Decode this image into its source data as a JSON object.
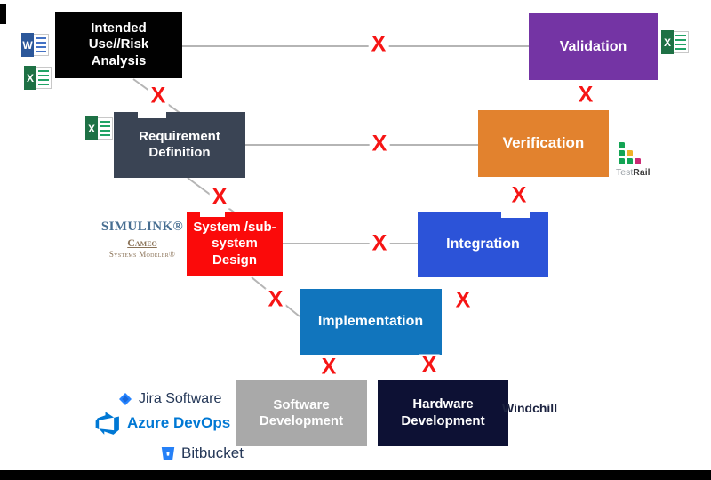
{
  "diagram": {
    "boxes": [
      {
        "id": "intended-use-risk-analysis",
        "label": "Intended Use//Risk Analysis",
        "color": "#010101"
      },
      {
        "id": "requirement-definition",
        "label": "Requirement Definition",
        "color": "#3a4454"
      },
      {
        "id": "system-subsystem-design",
        "label": "System /sub-system Design",
        "color": "#fb0a0a"
      },
      {
        "id": "implementation",
        "label": "Implementation",
        "color": "#1175bd"
      },
      {
        "id": "integration",
        "label": "Integration",
        "color": "#2c53d8"
      },
      {
        "id": "verification",
        "label": "Verification",
        "color": "#e2822e"
      },
      {
        "id": "validation",
        "label": "Validation",
        "color": "#7434a4"
      },
      {
        "id": "software-development",
        "label": "Software Development",
        "color": "#a9a9a9"
      },
      {
        "id": "hardware-development",
        "label": "Hardware Development",
        "color": "#0d1134"
      }
    ],
    "x_mark_glyph": "X",
    "x_mark_color": "#f61414",
    "connector_color": "#b5b5b5",
    "box_text_color": "#ffffff"
  },
  "tools": {
    "word_letter": "W",
    "excel_letter": "X",
    "simulink": "SIMULINK®",
    "cameo_line1": "Cameo",
    "cameo_line2": "Systems Modeler®",
    "testrail_part1": "Test",
    "testrail_part2": "Rail",
    "jira": "Jira Software",
    "azure_devops": "Azure DevOps",
    "bitbucket": "Bitbucket",
    "windchill": "Windchill"
  }
}
